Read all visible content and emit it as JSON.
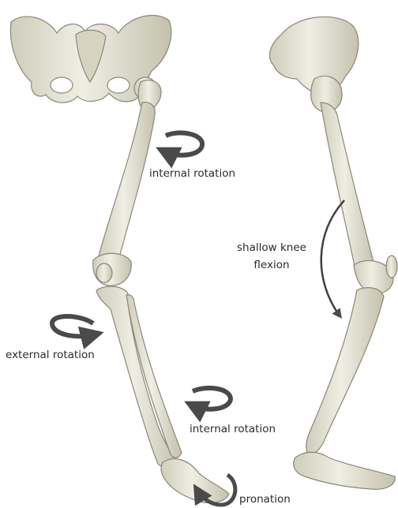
{
  "labels": {
    "hip_internal_rotation": "internal rotation",
    "knee_external_rotation": "external rotation",
    "ankle_internal_rotation": "internal rotation",
    "pronation": "pronation",
    "knee_flexion_line1": "shallow knee",
    "knee_flexion_line2": "flexion"
  },
  "colors": {
    "bone_fill": "#e4e2d3",
    "bone_stroke": "#8a8776",
    "bone_shade": "#c9c6b4",
    "arrow": "#4a4a4a",
    "text": "#2b2b2b"
  },
  "icons": {
    "rotation_arrow": "curved-rotation-arrow-icon",
    "flexion_arrow": "curved-flexion-arrow-icon"
  }
}
